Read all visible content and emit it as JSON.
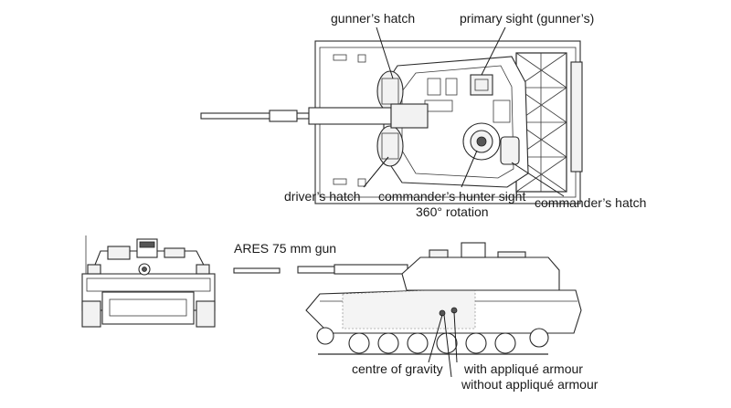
{
  "labels": {
    "gunners_hatch": "gunner’s hatch",
    "primary_sight": "primary sight (gunner’s)",
    "drivers_hatch": "driver’s hatch",
    "commanders_hunter_sight": "commander’s hunter sight",
    "rotation": "360° rotation",
    "commanders_hatch": "commander’s hatch",
    "gun": "ARES 75 mm gun",
    "centre_of_gravity": "centre of gravity",
    "with_applique": "with appliqué armour",
    "without_applique": "without appliqué armour"
  }
}
